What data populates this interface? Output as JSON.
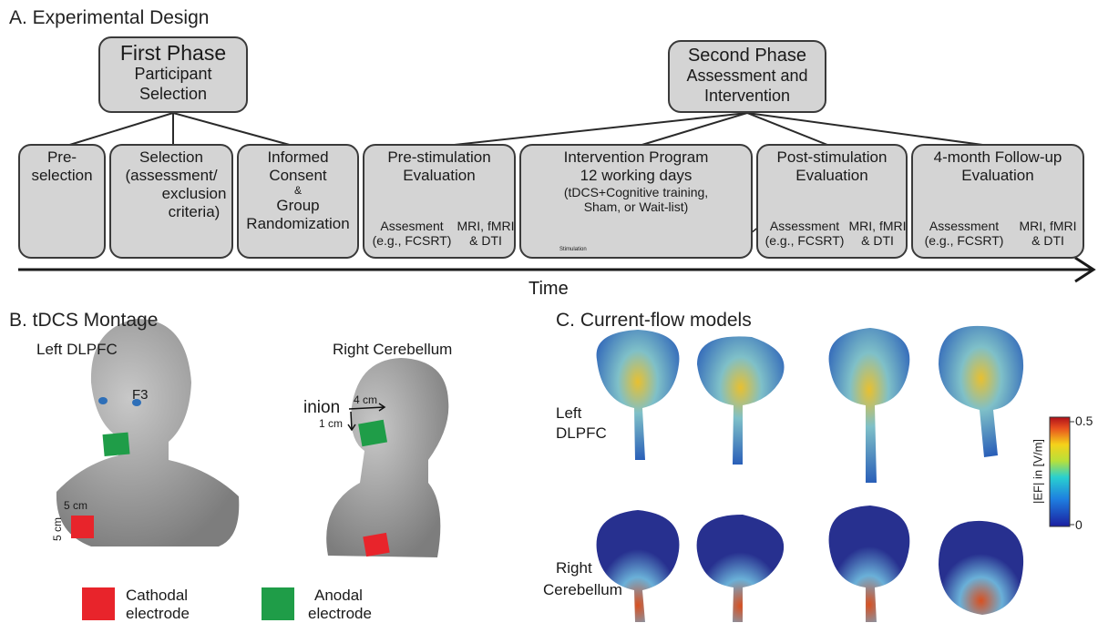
{
  "section_a": {
    "title": "A. Experimental Design",
    "first_phase": {
      "title": "First Phase",
      "sub1": "Participant",
      "sub2": "Selection"
    },
    "second_phase": {
      "title": "Second Phase",
      "sub1": "Assessment and",
      "sub2": "Intervention"
    },
    "steps": {
      "preselection": {
        "l1": "Pre-",
        "l2": "selection"
      },
      "selection": {
        "l1": "Selection",
        "l2": "(assessment/",
        "l3": "exclusion",
        "l4": "criteria)"
      },
      "consent": {
        "l1": "Informed",
        "l2": "Consent",
        "amp": "&",
        "l3": "Group",
        "l4": "Randomization"
      },
      "pre_stim": {
        "l1": "Pre-stimulation",
        "l2": "Evaluation",
        "a1": "Assesment",
        "a2": "(e.g., FCSRT)",
        "m1": "MRI, fMRI",
        "m2": "& DTI"
      },
      "intervention": {
        "l1": "Intervention Program",
        "l2": "12 working days",
        "l3": "(tDCS+Cognitive training,",
        "l4": "Sham, or Wait-list)",
        "stim": "Stimulation"
      },
      "post_stim": {
        "l1": "Post-stimulation",
        "l2": "Evaluation",
        "a1": "Assessment",
        "a2": "(e.g., FCSRT)",
        "m1": "MRI, fMRI",
        "m2": "& DTI"
      },
      "followup": {
        "l1": "4-month Follow-up",
        "l2": "Evaluation",
        "a1": "Assessment",
        "a2": "(e.g., FCSRT)",
        "m1": "MRI, fMRI",
        "m2": "& DTI"
      }
    },
    "time_label": "Time"
  },
  "section_b": {
    "title": "B. tDCS Montage",
    "left_title": "Left DLPFC",
    "right_title": "Right Cerebellum",
    "f3_label": "F3",
    "inion_label": "inion",
    "four_cm": "4 cm",
    "one_cm": "1 cm",
    "five_cm_h": "5 cm",
    "five_cm_v": "5 cm",
    "legend": {
      "cathodal_1": "Cathodal",
      "cathodal_2": "electrode",
      "anodal_1": "Anodal",
      "anodal_2": "electrode"
    }
  },
  "section_c": {
    "title": "C. Current-flow models",
    "row1_1": "Left",
    "row1_2": "DLPFC",
    "row2_1": "Right",
    "row2_2": "Cerebellum",
    "colorbar_label": "|EF| in [V/m]",
    "colorbar_max": "0.5",
    "colorbar_min": "0"
  },
  "colors": {
    "box_fill": "#d4d4d4",
    "cathodal": "#e8242b",
    "anodal": "#1f9d48",
    "head": "#9a9a9a"
  }
}
